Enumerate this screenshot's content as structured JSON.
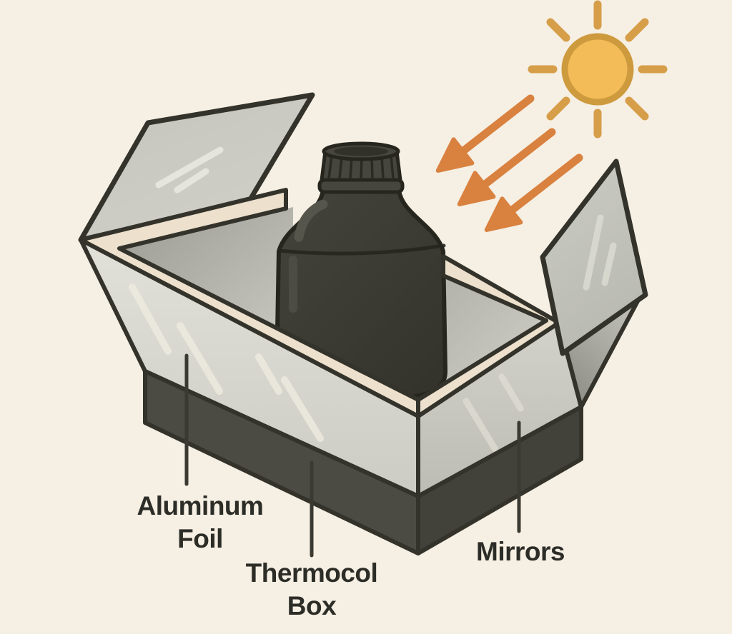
{
  "figure": {
    "type": "solar-cooker-diagram",
    "labels": {
      "aluminum_foil": {
        "lines": [
          "Aluminum",
          "Foil"
        ]
      },
      "thermocol_box": {
        "lines": [
          "Thermocol",
          "Box"
        ]
      },
      "mirrors": {
        "lines": [
          "Mirrors"
        ]
      }
    },
    "icons": [
      "sun-icon",
      "sunlight-arrow-icon",
      "mirror-flap",
      "black-bottle"
    ]
  },
  "colors": {
    "background": "#F6EFE3",
    "outline": "#33332B",
    "rim": "#EDE0CC",
    "floor": "#F3E5D2",
    "foil_left": "#DADAD2",
    "foil_right": "#C9C9C1",
    "lid": "#CACAC2",
    "mirror": "#C6C7BF",
    "inner_wall": "#ACACA4",
    "base_left": "#4B4B43",
    "base_right": "#42423A",
    "bottle": "#3B3B33",
    "bottle_cap": "#46463E",
    "sun_fill": "#F3BC58",
    "sun_ring": "#CE9A3E",
    "sun_ray": "#D69E49",
    "arrow": "#D9813F",
    "leader": "#3A3A32",
    "text": "#2D2D28"
  }
}
